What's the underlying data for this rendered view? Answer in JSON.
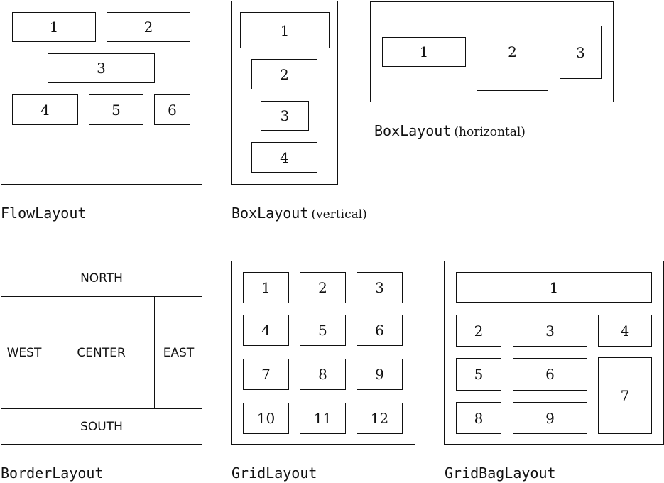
{
  "flow": {
    "caption": "FlowLayout",
    "components": [
      "1",
      "2",
      "3",
      "4",
      "5",
      "6"
    ]
  },
  "box_vertical": {
    "caption_code": "BoxLayout",
    "caption_note": "(vertical)",
    "components": [
      "1",
      "2",
      "3",
      "4"
    ]
  },
  "box_horizontal": {
    "caption_code": "BoxLayout",
    "caption_note": "(horizontal)",
    "components": [
      "1",
      "2",
      "3"
    ]
  },
  "border": {
    "caption": "BorderLayout",
    "north": "NORTH",
    "south": "SOUTH",
    "west": "WEST",
    "east": "EAST",
    "center": "CENTER"
  },
  "grid": {
    "caption": "GridLayout",
    "components": [
      "1",
      "2",
      "3",
      "4",
      "5",
      "6",
      "7",
      "8",
      "9",
      "10",
      "11",
      "12"
    ]
  },
  "gridbag": {
    "caption": "GridBagLayout",
    "components": [
      "1",
      "2",
      "3",
      "4",
      "5",
      "6",
      "7",
      "8",
      "9"
    ]
  }
}
